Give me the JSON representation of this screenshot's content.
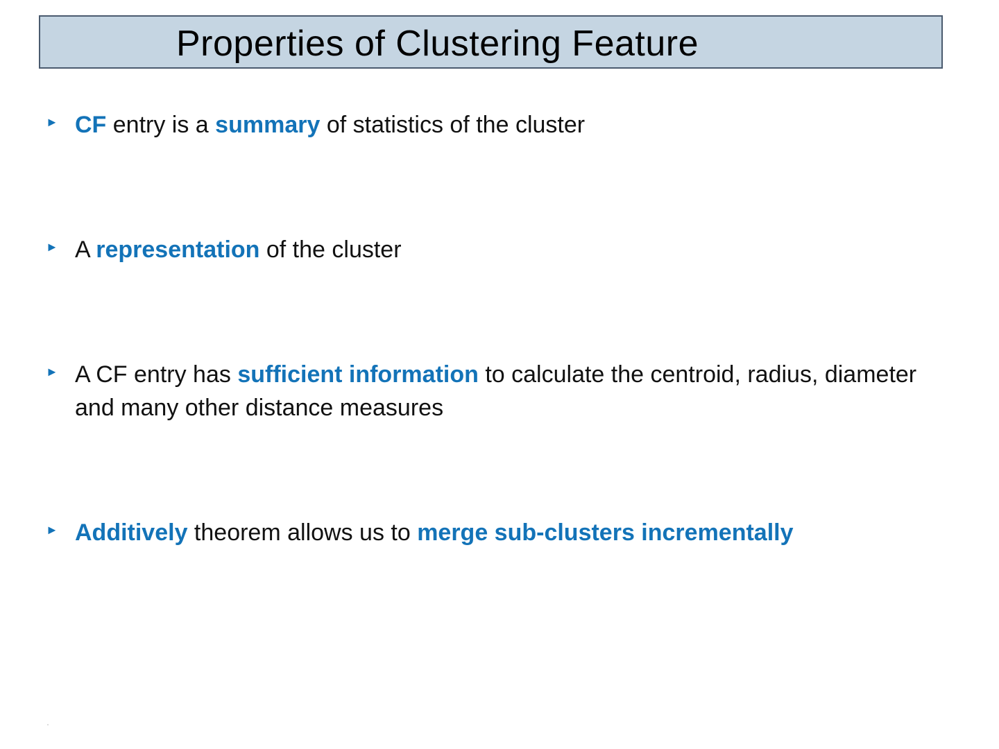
{
  "slide": {
    "title": "Properties of Clustering Feature",
    "bullet_glyph": "►",
    "highlight_color": "#1373b8",
    "bullets": [
      {
        "parts": [
          {
            "text": "CF",
            "highlight": true
          },
          {
            "text": " entry is a ",
            "highlight": false
          },
          {
            "text": "summary",
            "highlight": true
          },
          {
            "text": " of statistics of the cluster",
            "highlight": false
          }
        ]
      },
      {
        "parts": [
          {
            "text": "A ",
            "highlight": false
          },
          {
            "text": "representation",
            "highlight": true
          },
          {
            "text": " of the cluster",
            "highlight": false
          }
        ]
      },
      {
        "parts": [
          {
            "text": "A CF entry has ",
            "highlight": false
          },
          {
            "text": "sufficient information",
            "highlight": true
          },
          {
            "text": " to calculate the centroid,  radius, diameter and many other distance measures",
            "highlight": false
          }
        ]
      },
      {
        "parts": [
          {
            "text": "Additively",
            "highlight": true
          },
          {
            "text": " theorem allows us to ",
            "highlight": false
          },
          {
            "text": "merge sub-clusters incrementally",
            "highlight": true
          }
        ]
      }
    ]
  }
}
